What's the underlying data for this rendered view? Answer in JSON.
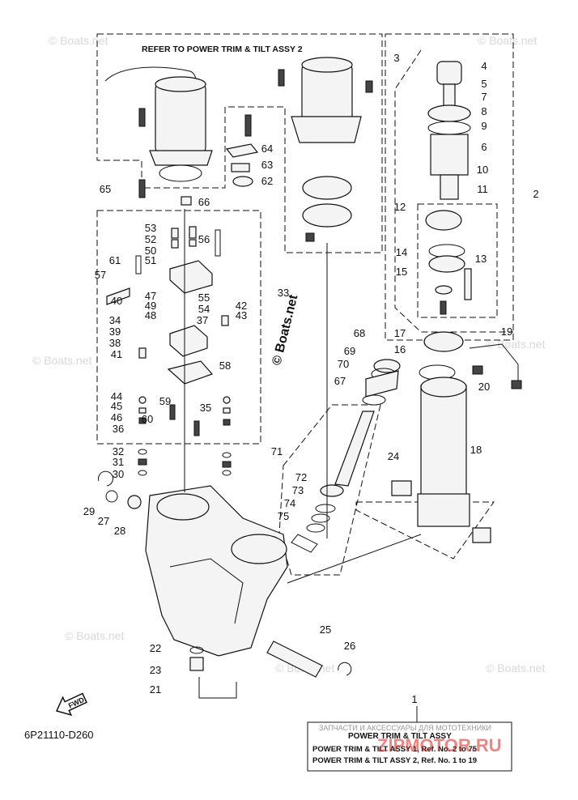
{
  "header_note": "REFER TO POWER TRIM & TILT ASSY 2",
  "center_watermark": "© Boats.net",
  "corner_watermark": "© Boats.net",
  "diagram_code": "6P21110-D260",
  "fwd_label": "FWD",
  "legend": {
    "top_line": "ЗАПЧАСТИ И АКСЕССУАРЫ ДЛЯ МОТОТЕХНИКИ",
    "title": "POWER TRIM  & TILT ASSY",
    "row1": "POWER TRIM & TILT ASSY 1,  Ref. No. 2 to 75",
    "row2": "POWER TRIM & TILT ASSY 2,  Ref. No. 1 to 19",
    "site": "ZIPMOTOR.RU"
  },
  "callouts": [
    "1",
    "2",
    "3",
    "4",
    "5",
    "6",
    "7",
    "8",
    "9",
    "10",
    "11",
    "12",
    "13",
    "14",
    "15",
    "16",
    "17",
    "18",
    "19",
    "20",
    "21",
    "22",
    "23",
    "24",
    "25",
    "26",
    "27",
    "28",
    "29",
    "30",
    "31",
    "32",
    "33",
    "34",
    "35",
    "36",
    "37",
    "38",
    "39",
    "40",
    "41",
    "42",
    "43",
    "44",
    "45",
    "46",
    "47",
    "48",
    "49",
    "50",
    "51",
    "52",
    "53",
    "54",
    "55",
    "56",
    "57",
    "58",
    "59",
    "60",
    "61",
    "62",
    "63",
    "64",
    "65",
    "66",
    "67",
    "68",
    "69",
    "70",
    "71",
    "72",
    "73",
    "74",
    "75"
  ]
}
